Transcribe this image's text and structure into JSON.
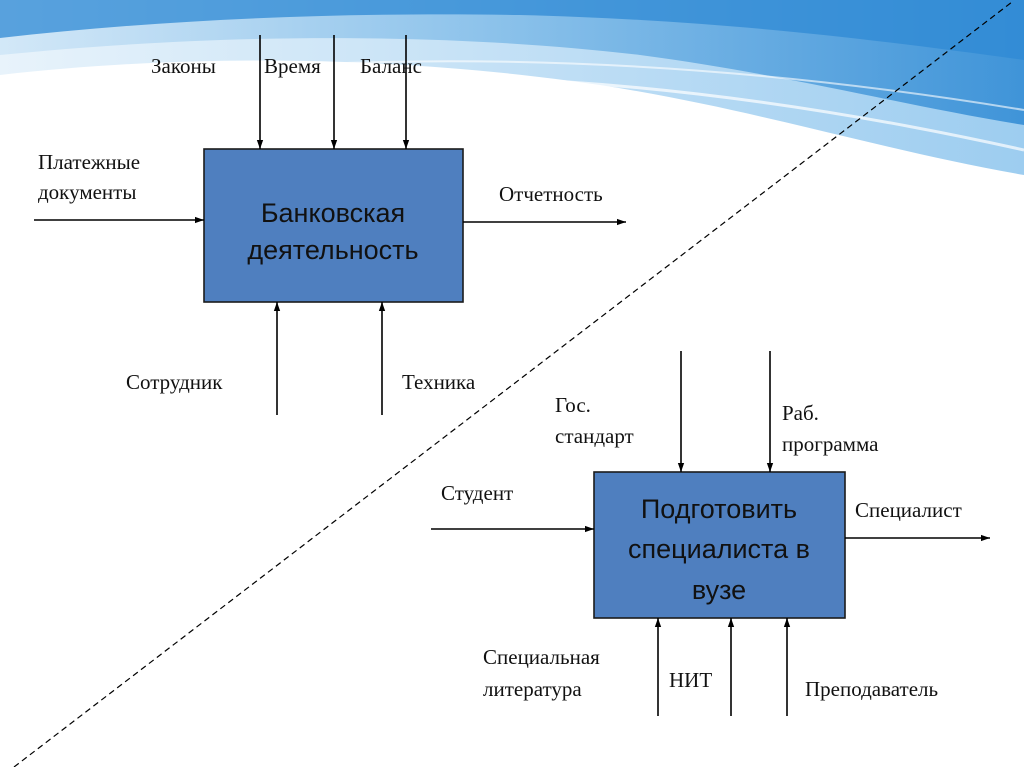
{
  "diagram1": {
    "box_lines": [
      "Банковская",
      "деятельность"
    ],
    "inputs": [
      "Платежные",
      "документы"
    ],
    "controls": [
      "Законы",
      "Время",
      "Баланс"
    ],
    "output": "Отчетность",
    "mechanisms": [
      "Сотрудник",
      "Техника"
    ]
  },
  "diagram2": {
    "box_lines": [
      "Подготовить",
      "специалиста в",
      "вузе"
    ],
    "input": "Студент",
    "controls": [
      [
        "Гос.",
        "стандарт"
      ],
      [
        "Раб.",
        "программа"
      ]
    ],
    "output": "Специалист",
    "mechanisms": [
      [
        "Специальная",
        "литература"
      ],
      [
        "НИТ"
      ],
      [
        "Преподаватель"
      ]
    ]
  },
  "colors": {
    "box_fill": "#4f7fbf",
    "box_stroke": "#1b1b1b",
    "header_wave": "#3a92d8"
  }
}
